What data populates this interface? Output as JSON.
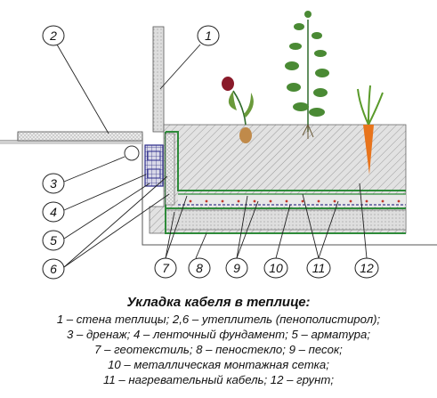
{
  "diagram": {
    "labels": [
      "1",
      "2",
      "3",
      "4",
      "5",
      "6",
      "7",
      "8",
      "9",
      "10",
      "11",
      "12"
    ]
  },
  "caption": {
    "title": "Укладка кабеля в теплице:",
    "lines": [
      "1 – стена теплицы; 2,6 – утеплитель (пенополистирол);",
      "3 – дренаж; 4 – ленточный фундамент; 5 – арматура;",
      "7 – геотекстиль; 8 – пеностекло; 9 – песок;",
      "10 – металлическая монтажная сетка;",
      "11 – нагревательный кабель; 12 – грунт;"
    ]
  },
  "colors": {
    "green": "#2e8b3a",
    "navy": "#2a2a8a",
    "soil": "#dcdcdc",
    "hatch": "#8a8a8a"
  }
}
